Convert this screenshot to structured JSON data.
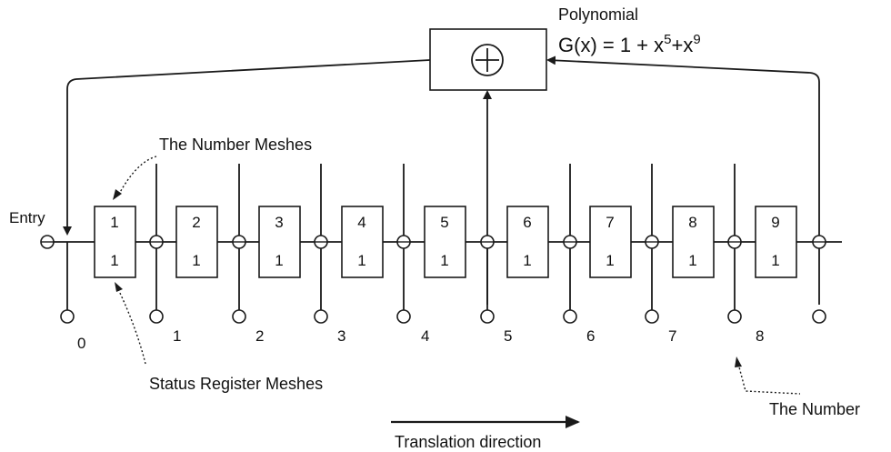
{
  "polynomial": {
    "title": "Polynomial",
    "formula_prefix": "G(x) = 1 + x",
    "exp1": "5",
    "plus": "+x",
    "exp2": "9"
  },
  "labels": {
    "entry": "Entry",
    "number_meshes": "The Number Meshes",
    "status_register_meshes": "Status Register Meshes",
    "the_number": "The Number",
    "translation_direction": "Translation direction"
  },
  "cells": [
    {
      "index": "1",
      "value": "1"
    },
    {
      "index": "2",
      "value": "1"
    },
    {
      "index": "3",
      "value": "1"
    },
    {
      "index": "4",
      "value": "1"
    },
    {
      "index": "5",
      "value": "1"
    },
    {
      "index": "6",
      "value": "1"
    },
    {
      "index": "7",
      "value": "1"
    },
    {
      "index": "8",
      "value": "1"
    },
    {
      "index": "9",
      "value": "1"
    }
  ],
  "outputs": [
    "0",
    "1",
    "2",
    "3",
    "4",
    "5",
    "6",
    "7",
    "8"
  ],
  "xor_symbol": "+"
}
